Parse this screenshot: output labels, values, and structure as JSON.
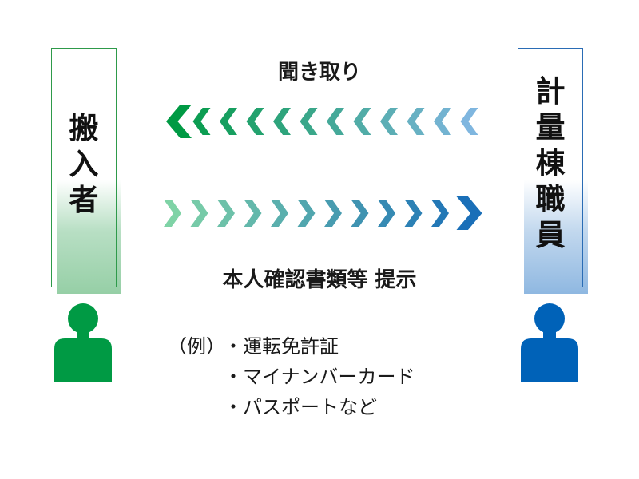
{
  "left_actor": {
    "label_chars": [
      "搬",
      "入",
      "者"
    ],
    "color": "#009a44"
  },
  "right_actor": {
    "label_chars": [
      "計",
      "量",
      "棟",
      "職",
      "員"
    ],
    "color": "#0062b8"
  },
  "top_label": "聞き取り",
  "middle_label": "本人確認書類等 提示",
  "examples": {
    "prefix": "（例）",
    "items": [
      "・運転免許証",
      "・マイナンバーカード",
      "・パスポートなど"
    ]
  },
  "arrow_top_colors": {
    "from": "#009a44",
    "to": "#7fb6df"
  },
  "arrow_bottom_colors": {
    "from": "#7fd3a6",
    "to": "#1a6fb8"
  }
}
